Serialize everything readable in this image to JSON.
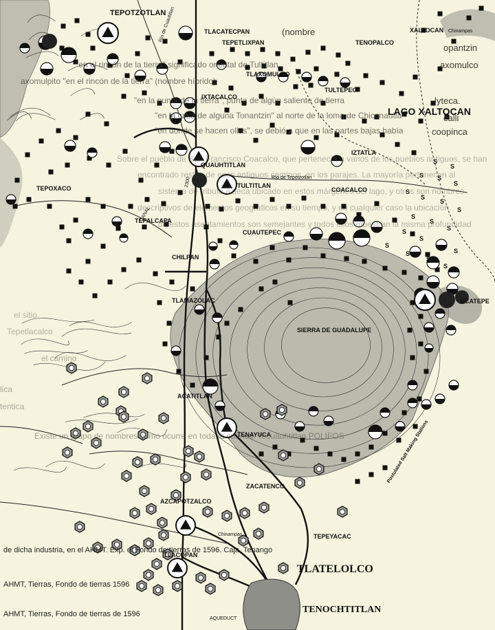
{
  "map": {
    "background_color": "#f6f3df",
    "ink_color": "#111111",
    "mountain_color": "#8a8a84",
    "places": {
      "tepotzotlan": "TEPOTZOTLAN",
      "tlacatecpan": "TLACATECPAN",
      "tepetlixpan": "TEPETLIXPAN",
      "tenopalco": "TENOPALCO",
      "xaltocan": "XALTOCAN",
      "tlaxomulco": "TLAXOMULCO",
      "tultepec": "TULTEPEC",
      "ixtacalco": "IXTACALCO",
      "lago_xaltocan": "LAGO XALTOCAN",
      "iztatla": "IZTATLA",
      "quauhtitlan": "QUAUHTITLAN",
      "tultitlan": "TULTITLAN",
      "tepoxaco": "TEPOXACO",
      "coacalco": "COACALCO",
      "tepalcapa": "TEPALCAPA",
      "cuautepec": "CUAUTEPEC",
      "chilpan": "CHILPAN",
      "tlamazolac": "TLAMAZOLAC",
      "ecatepec": "ECATEPE",
      "sierra_de_guadalupe": "SIERRA DE GUADALUPE",
      "acatitlan": "ACATITLAN",
      "tenayuca": "TENAYUCA",
      "zacatenco": "ZACATENCO",
      "azcapotzalco": "AZCAPOTZALCO",
      "tepeyacac": "TEPEYACAC",
      "tlacopan": "TLACOPAN",
      "tlatelolco": "TLATELOLCO",
      "tenochtitlan": "TENOCHTITLAN"
    },
    "small_labels": {
      "chinampas_ne": "Chinampas",
      "chinampas_sw": "Chinampas",
      "rio_cuautitlan": "Río de Cuautitlan",
      "rio_tepotzotlan": "Río de Tepotzotlan",
      "canal": "CANAL",
      "aqueduct": "AQUEDUCT",
      "salt_works": "Postulated Salt Making Stations",
      "ridge_ne": "",
      "cota_2300": "2300"
    },
    "background_text": {
      "l1": "(nombre",
      "l2": "opantzin",
      "l3": "axomulco",
      "l4": "\"en el rincón de la tierra\" significado oriental de Tultitlan",
      "l5": "axomulpito \"en el rincón de la tierra\" (nombre híbrido)",
      "l6": "lyteca.",
      "l7": "\"en la punta de la tierra\", punta de algún saliente de tierra",
      "l8": "calli",
      "l9": "\"en la casa de alguna Tonantzin\" al norte de la loma de Chiconautla",
      "l10": "coopinca",
      "l11": "\"en donde se hacen ollas\", se debió a que en las partes bajas había",
      "l12": "Sobre el pueblo de San Francisco Coacalco, que pertenecía a varios de los pueblos antiguos, se han",
      "l13": "encontrado restos de esos antiguos caminos, en los parajes. La mayoría pertenecen al",
      "l14": "sistema de tributo azteca ubicado en estos márgenes del lago, y otros son nombres",
      "l15": "descriptivos de elementos geográficos en su tiempo, y en cualquier caso la ubicación",
      "l16": "de estos asentamientos son semejantes y todos ellos muestran la misma profundidad",
      "l17": "el sitio",
      "l18": "Tepetlacalco",
      "l19": "el camino",
      "l20": "lica",
      "l21": "tentica",
      "l22": "Existe un grupo de nombres como ocurre en toda la cuenca. Tecuauhtitlan POLIFOS",
      "l23": "de dicha industria, en el AHMT. Exp. el Fondo de tierras de 1596. Caja, Tenango",
      "l24": "AHMT, Tierras, Fondo de tierras 1596",
      "l25": "AHMT, Tierras, Fondo de tierras de 1596"
    },
    "legend": {}
  }
}
